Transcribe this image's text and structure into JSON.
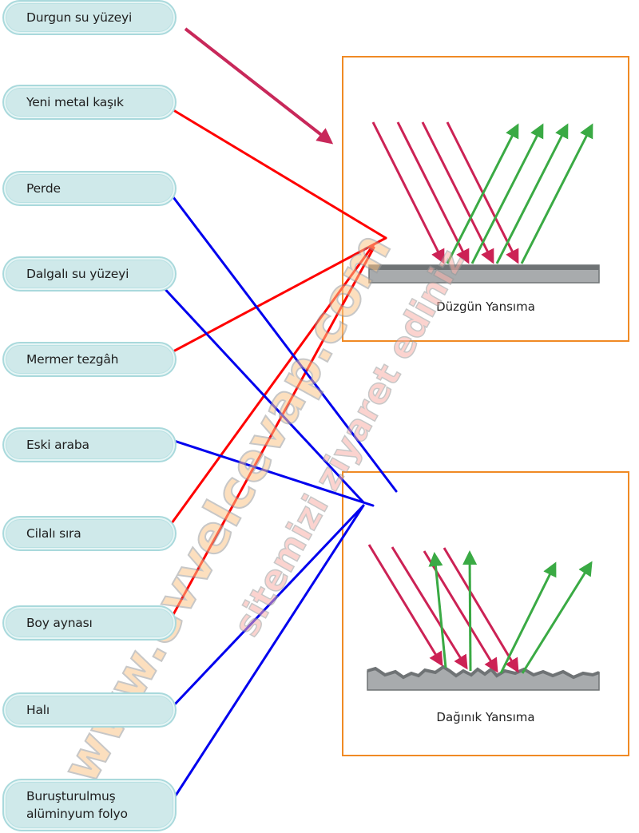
{
  "items": [
    {
      "label": "Durgun su yüzeyi",
      "match": "Düzgün Yansıma",
      "line_color": "#c8285a"
    },
    {
      "label": "Yeni metal kaşık",
      "match": "Düzgün Yansıma",
      "line_color": "#ff0000"
    },
    {
      "label": "Perde",
      "match": "Dağınık Yansıma",
      "line_color": "#0000ee"
    },
    {
      "label": "Dalgalı su yüzeyi",
      "match": "Dağınık Yansıma",
      "line_color": "#0000ee"
    },
    {
      "label": "Mermer tezgâh",
      "match": "Düzgün Yansıma",
      "line_color": "#ff0000"
    },
    {
      "label": "Eski araba",
      "match": "Dağınık Yansıma",
      "line_color": "#0000ee"
    },
    {
      "label": "Cilalı sıra",
      "match": "Düzgün Yansıma",
      "line_color": "#ff0000"
    },
    {
      "label": "Boy aynası",
      "match": "Düzgün Yansıma",
      "line_color": "#ff0000"
    },
    {
      "label": "Halı",
      "match": "Dağınık Yansıma",
      "line_color": "#0000ee"
    },
    {
      "label": "Buruşturulmuş\nalüminyum folyo",
      "match": "Dağınık Yansıma",
      "line_color": "#0000ee"
    }
  ],
  "panels": {
    "regular": {
      "caption": "Düzgün Yansıma",
      "incident_rays": 4,
      "reflected_rays": 4
    },
    "diffuse": {
      "caption": "Dağınık Yansıma",
      "incident_rays": 4,
      "reflected_rays": 4
    }
  },
  "colors": {
    "panel_border": "#f08a24",
    "incident_ray": "#cc2255",
    "reflected_ray": "#3aaa44",
    "pill_fill": "#cfe9ea",
    "surface": "#a8abad"
  },
  "watermark": {
    "primary": "www.evvelcevap.com",
    "secondary": "sitemizi ziyaret ediniz"
  }
}
